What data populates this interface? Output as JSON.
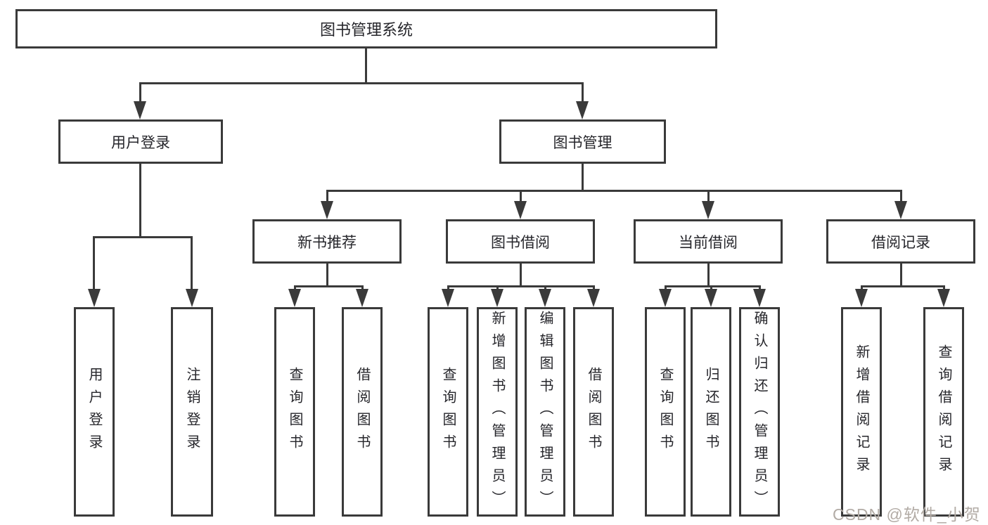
{
  "tree": {
    "label": "图书管理系统",
    "children": [
      {
        "label": "用户登录",
        "children": [
          {
            "label": "用户登录"
          },
          {
            "label": "注销登录"
          }
        ]
      },
      {
        "label": "图书管理",
        "children": [
          {
            "label": "新书推荐",
            "children": [
              {
                "label": "查询图书"
              },
              {
                "label": "借阅图书"
              }
            ]
          },
          {
            "label": "图书借阅",
            "children": [
              {
                "label": "查询图书"
              },
              {
                "label": "新增图书（管理员）"
              },
              {
                "label": "编辑图书（管理员）"
              },
              {
                "label": "借阅图书"
              }
            ]
          },
          {
            "label": "当前借阅",
            "children": [
              {
                "label": "查询图书"
              },
              {
                "label": "归还图书"
              },
              {
                "label": "确认归还（管理员）"
              }
            ]
          },
          {
            "label": "借阅记录",
            "children": [
              {
                "label": "新增借阅记录"
              },
              {
                "label": "查询借阅记录"
              }
            ]
          }
        ]
      }
    ]
  },
  "watermark": {
    "text": "CSDN @软件_小贺同学"
  },
  "colors": {
    "line": "#3a3a3a",
    "text": "#26262b",
    "watermark": "#b2aba5",
    "background": "#ffffff"
  }
}
